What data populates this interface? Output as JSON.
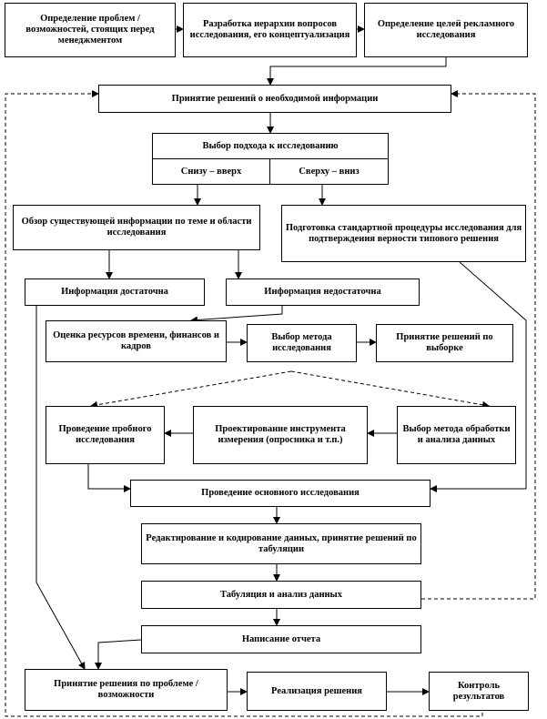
{
  "nodes": {
    "problem_definition": "Определение проблем / возможностей, стоящих перед менеджментом",
    "hierarchy_development": "Разработка иерархии вопросов исследования, его концептуализация",
    "goals_definition": "Определение целей рекламного исследования",
    "info_decision": "Принятие решений о необходимой информации",
    "approach_choice": "Выбор подхода к исследованию",
    "bottom_up": "Снизу – вверх",
    "top_down": "Сверху – вниз",
    "existing_info_review": "Обзор существующей информации по теме и области исследования",
    "standard_procedure": "Подготовка стандартной процедуры исследования для подтверждения верности типового решения",
    "info_sufficient": "Информация достаточна",
    "info_insufficient": "Информация недостаточна",
    "resources_assessment": "Оценка ресурсов времени, финансов и кадров",
    "method_choice": "Выбор метода исследования",
    "sample_decision": "Принятие решений по выборке",
    "pilot_study": "Проведение пробного исследования",
    "instrument_design": "Проектирование инструмента измерения (опросника и т.п.)",
    "processing_method_choice": "Выбор метода обработки и анализа данных",
    "main_study": "Проведение основного исследования",
    "data_editing": "Редактирование и кодирование данных, принятие решений по табуляции",
    "tabulation": "Табуляция и анализ данных",
    "report_writing": "Написание отчета",
    "problem_decision": "Принятие решения по проблеме / возможности",
    "decision_implementation": "Реализация решения",
    "results_control": "Контроль результатов"
  }
}
